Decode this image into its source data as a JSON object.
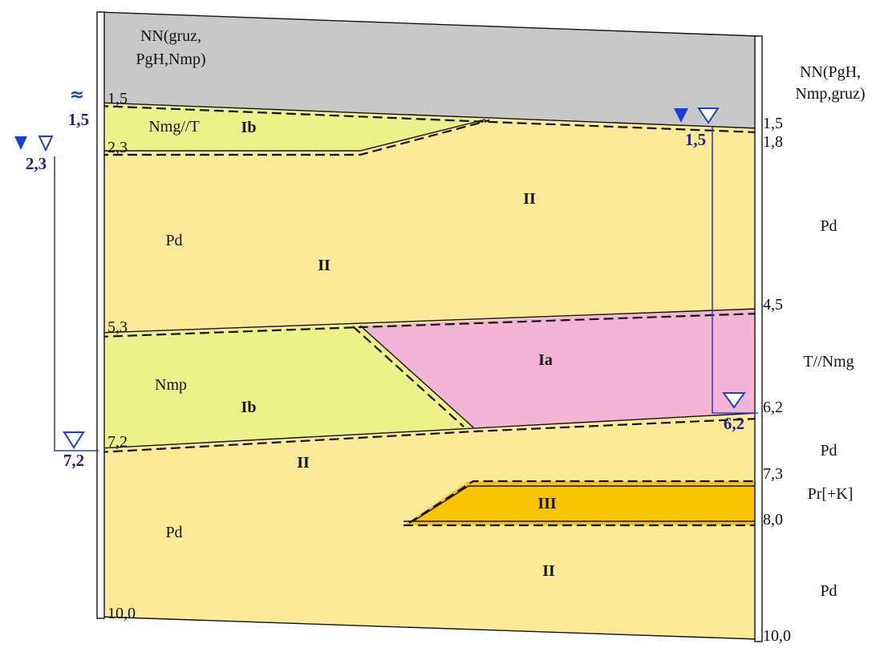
{
  "colors": {
    "fill_made_ground": "#c8c8c8",
    "fill_layer_ib": "#ecf28a",
    "fill_layer_ii": "#fdea98",
    "fill_layer_ia": "#f4b4d6",
    "fill_layer_iii": "#f9c400",
    "water_marker": "#1a3fd6"
  },
  "left_borehole": {
    "top_label": [
      "NN(gruz,",
      "PgH,Nmp)"
    ],
    "depths": {
      "d1": "1,5",
      "d2": "2,3",
      "d3": "5,3",
      "d4": "7,2",
      "d5": "10,0"
    },
    "layer_labels": {
      "upper": "Nmg//T",
      "middle": "Pd",
      "lower_green": "Nmp",
      "bottom": "Pd"
    },
    "water": {
      "seepage_symbol": "≈",
      "seepage_level": "1,5",
      "appeared": "2,3",
      "established": "7,2"
    }
  },
  "right_borehole": {
    "top_label": [
      "NN(PgH,",
      "Nmp,gruz)"
    ],
    "depths": {
      "d1": "1,5",
      "d2": "1,8",
      "d3": "4,5",
      "d4": "6,2",
      "d5": "7,3",
      "d6": "8,0",
      "d7": "10,0"
    },
    "layer_labels": {
      "l1": "Pd",
      "l2": "T//Nmg",
      "l3": "Pd",
      "l4": "Pr[+K]",
      "l5": "Pd"
    },
    "water": {
      "appeared": "1,5",
      "established": "6,2"
    }
  },
  "engineering_layers": {
    "ib_top": "Ib",
    "ii_upper_right": "II",
    "ii_upper_left": "II",
    "ia": "Ia",
    "ib_lower": "Ib",
    "ii_lower": "II",
    "iii": "III",
    "ii_bottom": "II"
  }
}
